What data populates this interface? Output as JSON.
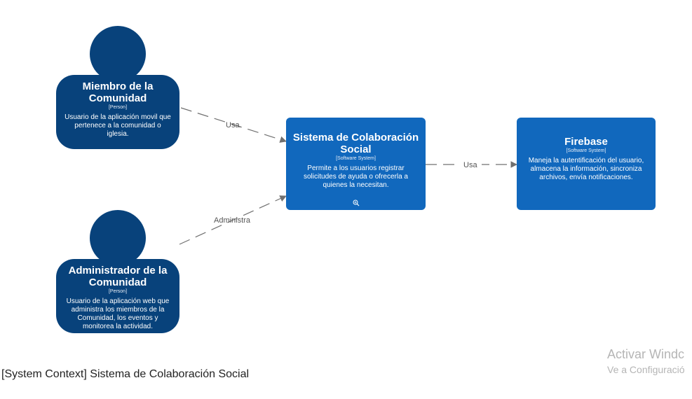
{
  "people": [
    {
      "name": "Miembro de la Comunidad",
      "kind": "[Person]",
      "description": "Usuario de la aplicación movil que pertenece a la comunidad o iglesia."
    },
    {
      "name": "Administrador de la Comunidad",
      "kind": "[Person]",
      "description": "Usuario de la aplicación web que administra los miembros de la Comunidad, los eventos y monitorea la actividad."
    }
  ],
  "systems": [
    {
      "name": "Sistema de Colaboración Social",
      "kind": "[Software System]",
      "description": "Permite a los usuarios registrar solicitudes de ayuda o ofrecerla a quienes la necesitan."
    },
    {
      "name": "Firebase",
      "kind": "[Software System]",
      "description": "Maneja la autentificación del usuario, almacena la información, sincroniza archivos, envía notificaciones."
    }
  ],
  "relations": [
    {
      "label": "Usa."
    },
    {
      "label": "Administra"
    },
    {
      "label": "Usa"
    }
  ],
  "caption": "[System Context] Sistema de Colaboración Social",
  "watermark": {
    "line1": "Activar Windc",
    "line2": "Ve a Configuració"
  },
  "colors": {
    "person": "#08427b",
    "system": "#1168bd"
  },
  "icons": {
    "zoom": "magnifier-plus-icon"
  }
}
